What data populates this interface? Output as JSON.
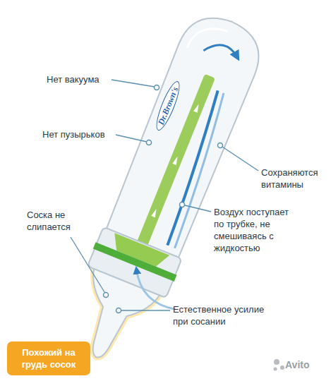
{
  "diagram": {
    "nodes": [
      {
        "text": [
          "Похожий на грудь сосок"
        ]
      }
    ],
    "labels": [
      "Нет вакуума",
      "Нет пузырьков",
      "Сохраняются витамины",
      "Воздух поступает по трубке, не смешиваясь с жидкостью",
      "Соска не слипается",
      "Естественное усилие при сосании",
      "Dr.Brown's",
      "Avito"
    ]
  }
}
